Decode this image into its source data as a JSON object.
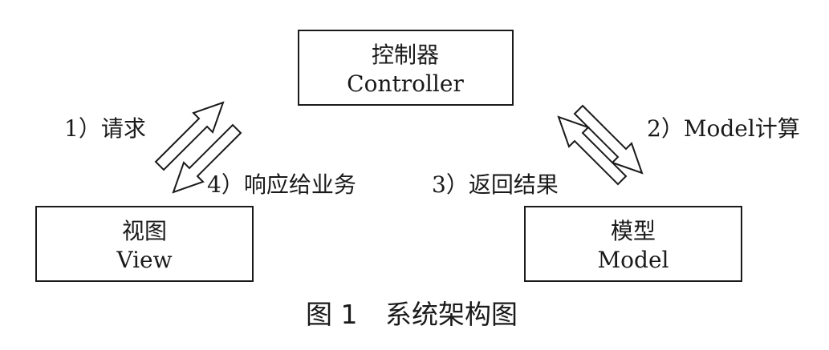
{
  "boxes": {
    "controller": {
      "name_cn": "控制器",
      "name_en": "Controller"
    },
    "view": {
      "name_cn": "视图",
      "name_en": "View"
    },
    "model": {
      "name_cn": "模型",
      "name_en": "Model"
    }
  },
  "steps": {
    "step1": "1）请求",
    "step2": "2）Model计算",
    "step3": "3）返回结果",
    "step4": "4）响应给业务"
  },
  "caption": {
    "number": "图 1",
    "title": "系统架构图"
  }
}
